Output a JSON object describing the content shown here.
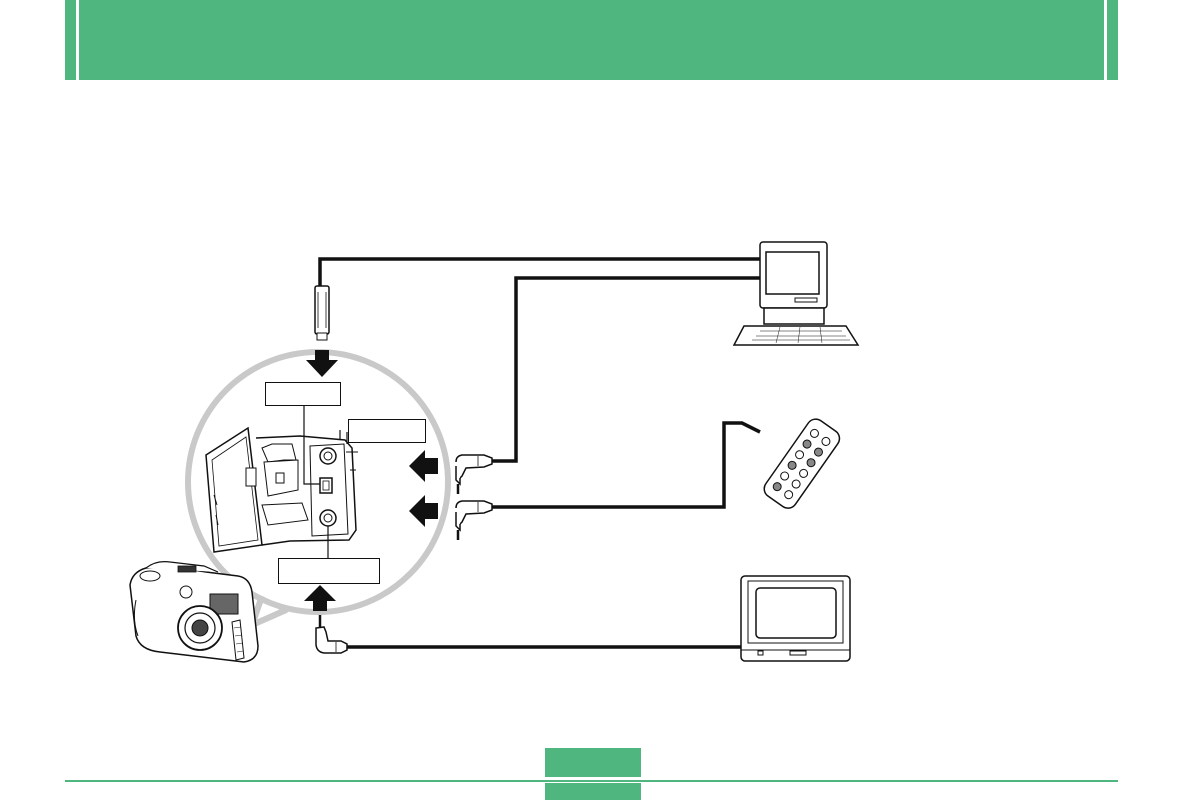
{
  "header": {
    "title": "",
    "band_color": "#4fb680"
  },
  "diagram": {
    "labels": {
      "port_top": "",
      "port_right": "",
      "port_bottom": ""
    },
    "devices": [
      "computer",
      "remote-controller",
      "television",
      "digital-camera"
    ],
    "connectors": [
      "usb-plug",
      "mini-plug-pc",
      "mini-plug-remote",
      "mini-plug-video"
    ]
  },
  "footer": {
    "page_number": "",
    "accent_color": "#4fb680"
  }
}
